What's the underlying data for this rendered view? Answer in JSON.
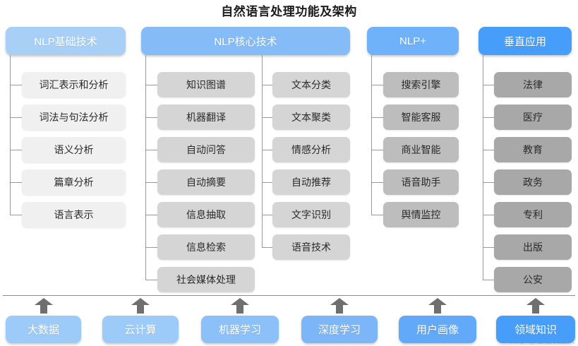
{
  "title": "自然语言处理功能及架构",
  "colors": {
    "header_basic": "#a8d0f7",
    "header_core": "#85bcf7",
    "header_plus": "#6fb2fa",
    "header_vertical": "#479efa",
    "item_basic": "#f0f0f0",
    "item_core": "#d5d5d5",
    "item_plus": "#bdbdbd",
    "item_vertical": "#a8a8a8",
    "connector": "#9a9a9a",
    "arrow": "#6f6f6f",
    "separator": "#8d8d8d"
  },
  "columns": [
    {
      "id": "nlp-basic",
      "header": "NLP基础技术",
      "groups": [
        {
          "items": [
            "词汇表示和分析",
            "词法与句法分析",
            "语义分析",
            "篇章分析",
            "语言表示"
          ]
        }
      ]
    },
    {
      "id": "nlp-core",
      "header": "NLP核心技术",
      "groups": [
        {
          "items": [
            "知识图谱",
            "机器翻译",
            "自动问答",
            "自动摘要",
            "信息抽取",
            "信息检索",
            "社会媒体处理"
          ]
        },
        {
          "items": [
            "文本分类",
            "文本聚类",
            "情感分析",
            "自动推荐",
            "文字识别",
            "语音技术"
          ]
        }
      ]
    },
    {
      "id": "nlp-plus",
      "header": "NLP+",
      "groups": [
        {
          "items": [
            "搜索引擎",
            "智能客服",
            "商业智能",
            "语音助手",
            "舆情监控"
          ]
        }
      ]
    },
    {
      "id": "vertical-app",
      "header": "垂直应用",
      "groups": [
        {
          "items": [
            "法律",
            "医疗",
            "教育",
            "政务",
            "专利",
            "出版",
            "公安"
          ]
        }
      ]
    }
  ],
  "foundation": {
    "items": [
      "大数据",
      "云计算",
      "机器学习",
      "深度学习",
      "用户画像",
      "领域知识"
    ],
    "colors": [
      "#9dcbf9",
      "#9dcbf9",
      "#8cc0f9",
      "#7cb6f8",
      "#62a9f9",
      "#479efa"
    ]
  },
  "watermark": "知乎 @智能机器人"
}
